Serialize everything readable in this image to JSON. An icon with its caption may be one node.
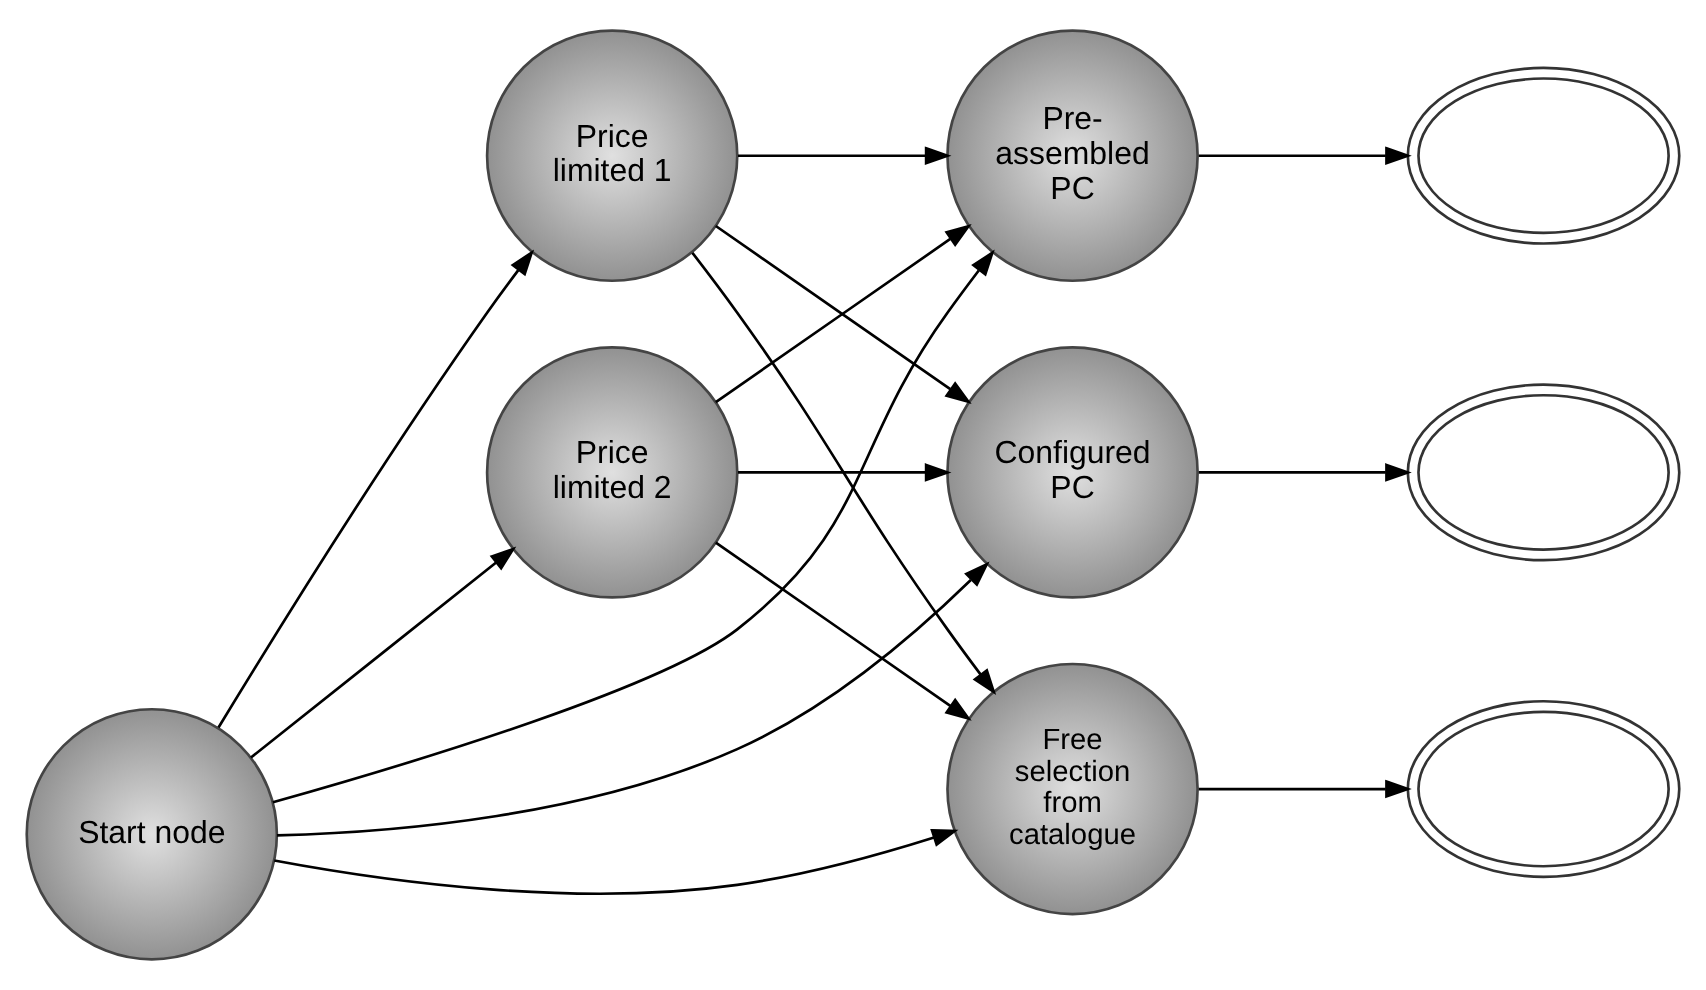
{
  "diagram": {
    "nodes": [
      {
        "text": [
          "Start node"
        ]
      },
      {
        "text": [
          "Price limited 1"
        ]
      },
      {
        "text": [
          "Price limited 2"
        ]
      },
      {
        "text": [
          "Pre-assembled PC"
        ]
      },
      {
        "text": [
          "Configured PC"
        ]
      },
      {
        "text": [
          "Free selection from catalogue"
        ]
      },
      {
        "text": [],
        "shape": "cloud"
      },
      {
        "text": [],
        "shape": "cloud"
      },
      {
        "text": [],
        "shape": "cloud"
      }
    ],
    "edges": [
      {
        "from": 0,
        "to": 1,
        "arrow": "to"
      },
      {
        "from": 0,
        "to": 2,
        "arrow": "to"
      },
      {
        "from": 0,
        "to": 3,
        "arrow": "to"
      },
      {
        "from": 0,
        "to": 4,
        "arrow": "to"
      },
      {
        "from": 0,
        "to": 5,
        "arrow": "to"
      },
      {
        "from": 1,
        "to": 3,
        "arrow": "to"
      },
      {
        "from": 1,
        "to": 4,
        "arrow": "to"
      },
      {
        "from": 1,
        "to": 5,
        "arrow": "to"
      },
      {
        "from": 2,
        "to": 3,
        "arrow": "to"
      },
      {
        "from": 2,
        "to": 4,
        "arrow": "to"
      },
      {
        "from": 2,
        "to": 5,
        "arrow": "to"
      },
      {
        "from": 3,
        "to": 6,
        "arrow": "to"
      },
      {
        "from": 4,
        "to": 7,
        "arrow": "to"
      },
      {
        "from": 5,
        "to": 8,
        "arrow": "to"
      }
    ]
  }
}
